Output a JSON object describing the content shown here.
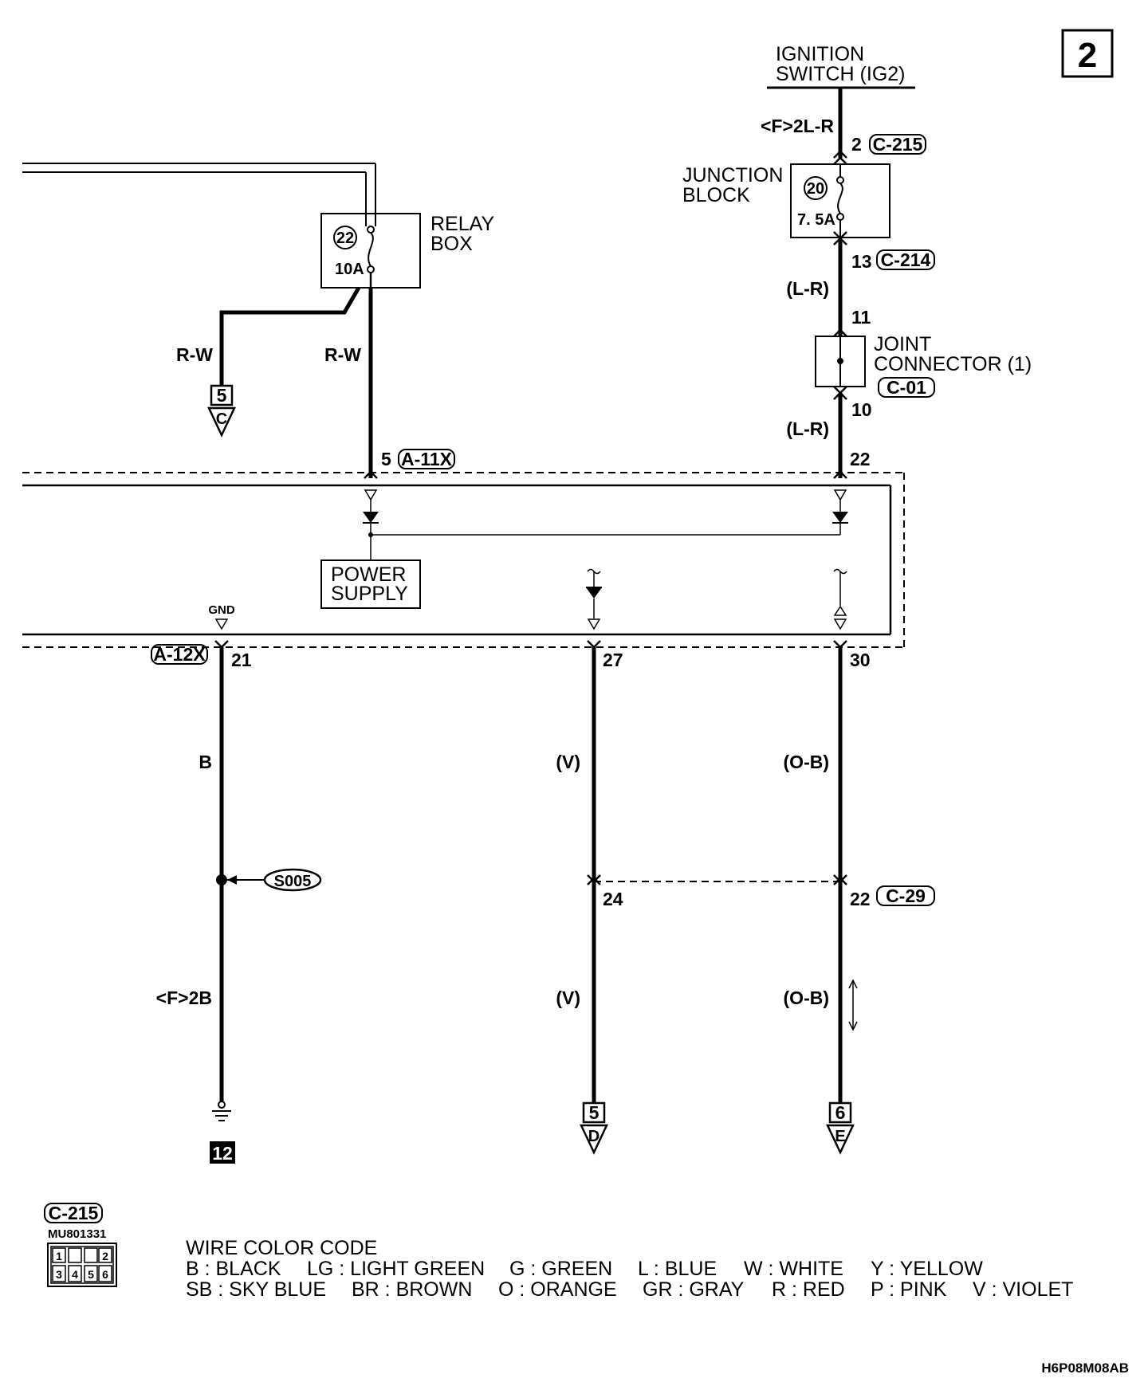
{
  "page_number": "2",
  "ignition_switch": {
    "line1": "IGNITION",
    "line2": "SWITCH (IG2)"
  },
  "wire_top": "<F>2L-R",
  "c215": {
    "pin": "2",
    "connector": "C-215"
  },
  "junction_block": {
    "line1": "JUNCTION",
    "line2": "BLOCK",
    "fuse_no": "20",
    "rating": "7. 5A"
  },
  "c214": {
    "pin": "13",
    "connector": "C-214"
  },
  "wire_lr_1": "(L-R)",
  "joint_connector": {
    "pin_in": "11",
    "line1": "JOINT",
    "line2": "CONNECTOR (1)",
    "connector": "C-01",
    "pin_out": "10"
  },
  "wire_lr_2": "(L-R)",
  "relay_box": {
    "line1": "RELAY",
    "line2": "BOX",
    "fuse_no": "22",
    "rating": "10A"
  },
  "wire_rw_left": "R-W",
  "wire_rw_right": "R-W",
  "offpage_c": {
    "num": "5",
    "letter": "C"
  },
  "a11x": {
    "pin": "5",
    "connector": "A-11X"
  },
  "pin_22_top": "22",
  "power_supply": {
    "line1": "POWER",
    "line2": "SUPPLY"
  },
  "gnd_label": "GND",
  "a12x": {
    "connector": "A-12X",
    "pin": "21"
  },
  "pin_27": "27",
  "pin_30": "30",
  "wire_b": "B",
  "wire_v_1": "(V)",
  "wire_ob_1": "(O-B)",
  "splice": "S005",
  "pin_24": "24",
  "c29": {
    "pin": "22",
    "connector": "C-29"
  },
  "wire_f2b": "<F>2B",
  "wire_v_2": "(V)",
  "wire_ob_2": "(O-B)",
  "ground_no": "12",
  "offpage_d": {
    "num": "5",
    "letter": "D"
  },
  "offpage_e": {
    "num": "6",
    "letter": "E"
  },
  "connector_view": {
    "name": "C-215",
    "part": "MU801331",
    "pins_top": [
      "1",
      "2"
    ],
    "pins_bottom": [
      "3",
      "4",
      "5",
      "6"
    ]
  },
  "color_code": {
    "title": "WIRE COLOR CODE",
    "row1": [
      "B : BLACK",
      "LG : LIGHT GREEN",
      "G : GREEN",
      "L : BLUE",
      "W : WHITE",
      "Y : YELLOW"
    ],
    "row2": [
      "SB : SKY BLUE",
      "BR : BROWN",
      "O : ORANGE",
      "GR : GRAY",
      "R : RED",
      "P : PINK",
      "V : VIOLET"
    ]
  },
  "drawing_id": "H6P08M08AB"
}
